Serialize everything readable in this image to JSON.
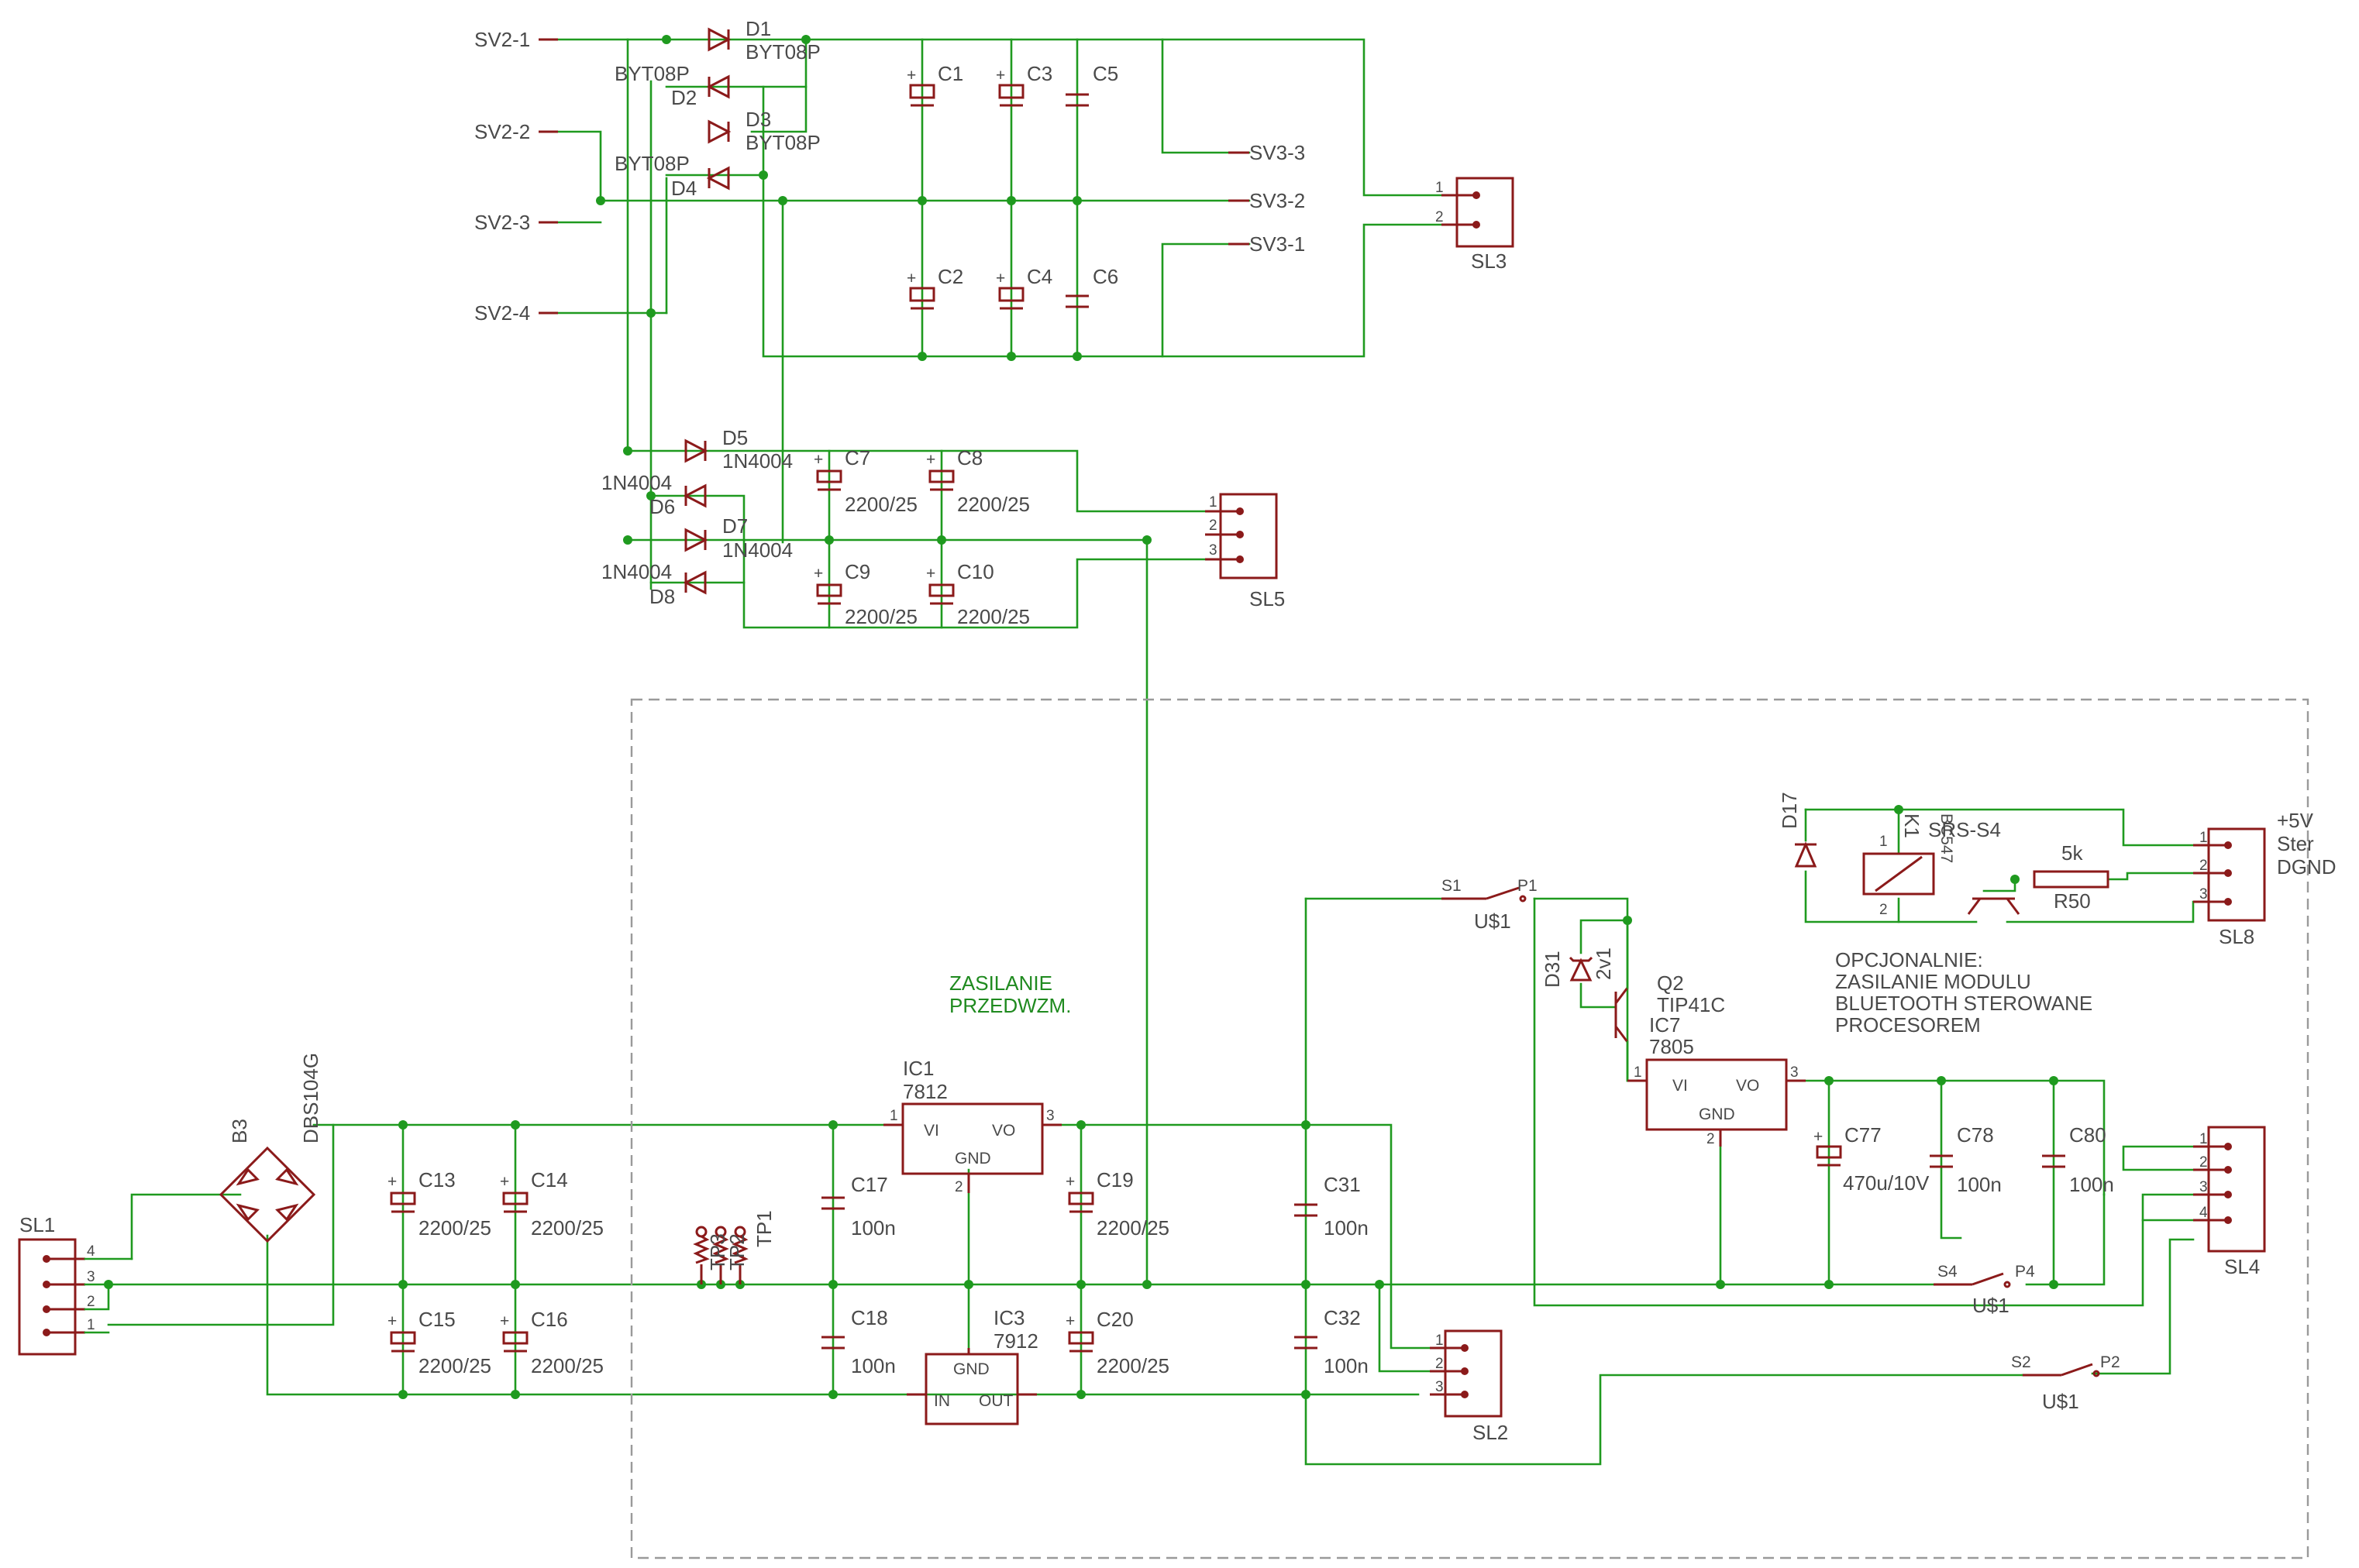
{
  "connectors": {
    "sv2": [
      "SV2-1",
      "SV2-2",
      "SV2-3",
      "SV2-4"
    ],
    "sv3": [
      "SV3-3",
      "SV3-2",
      "SV3-1"
    ],
    "sl1": {
      "name": "SL1",
      "pins": [
        "4",
        "3",
        "2",
        "1"
      ]
    },
    "sl2": {
      "name": "SL2",
      "pins": [
        "1",
        "2",
        "3"
      ]
    },
    "sl3": {
      "name": "SL3",
      "pins": [
        "1",
        "2"
      ]
    },
    "sl4": {
      "name": "SL4",
      "pins": [
        "1",
        "2",
        "3",
        "4"
      ]
    },
    "sl5": {
      "name": "SL5",
      "pins": [
        "1",
        "2",
        "3"
      ]
    },
    "sl8": {
      "name": "SL8",
      "pins": [
        "1",
        "2",
        "3"
      ],
      "side_labels": [
        "+5V",
        "Ster",
        "DGND"
      ]
    }
  },
  "diodes": {
    "d1": "D1",
    "d2": "D2",
    "d3": "D3",
    "d4": "D4",
    "byt": "BYT08P",
    "d5": "D5",
    "d6": "D6",
    "d7": "D7",
    "d8": "D8",
    "n4004": "1N4004",
    "d17": "D17",
    "d31": "D31",
    "d31_value": "2v1"
  },
  "caps": {
    "c1": "C1",
    "c2": "C2",
    "c3": "C3",
    "c4": "C4",
    "c5": "C5",
    "c6": "C6",
    "c7": "C7",
    "c8": "C8",
    "c9": "C9",
    "c10": "C10",
    "c13": "C13",
    "c14": "C14",
    "c15": "C15",
    "c16": "C16",
    "c17": "C17",
    "c18": "C18",
    "c19": "C19",
    "c20": "C20",
    "c31": "C31",
    "c32": "C32",
    "c77": "C77",
    "c78": "C78",
    "c80": "C80",
    "v2200": "2200/25",
    "v100n": "100n",
    "v470": "470u/10V"
  },
  "regulators": {
    "ic1": "IC1",
    "ic1_type": "7812",
    "ic3": "IC3",
    "ic3_type": "7912",
    "ic7": "IC7",
    "ic7_type": "7805",
    "vi": "VI",
    "vo": "VO",
    "gnd": "GND",
    "in": "IN",
    "out": "OUT"
  },
  "pins": {
    "p1": "1",
    "p2": "2",
    "p3": "3"
  },
  "bridge": {
    "name": "B3",
    "type": "DBS104G"
  },
  "transistor": {
    "name": "Q2",
    "type": "TIP41C"
  },
  "resistor": {
    "name": "R50",
    "value": "5k"
  },
  "relay": {
    "name": "K1",
    "type": "SRS-S4",
    "extra": "BC547",
    "pin1": "1",
    "pin2": "2"
  },
  "testpoints": [
    "TP3",
    "TP2",
    "TP1"
  ],
  "switches": {
    "s1": "S1",
    "p1": "P1",
    "s2": "S2",
    "p2": "P2",
    "s4": "S4",
    "p4": "P4",
    "u": "U$1"
  },
  "notes": {
    "zasilanie": [
      "ZASILANIE",
      "PRZEDWZM."
    ],
    "opcjonalnie": [
      "OPCJONALNIE:",
      "ZASILANIE MODULU",
      "BLUETOOTH STEROWANE",
      "PROCESOREM"
    ]
  },
  "colors": {
    "wire": "#1f9a1f",
    "part": "#8b1a1a",
    "text": "#4a4a4a",
    "note": "#1f8a1f",
    "frame": "#9a9a9a"
  }
}
